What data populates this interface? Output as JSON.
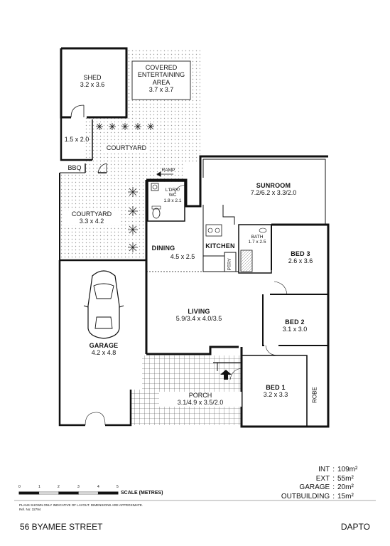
{
  "rooms": {
    "shed": {
      "name": "SHED",
      "dims": "3.2 x 3.6"
    },
    "covered": {
      "line1": "COVERED",
      "line2": "ENTERTAINING",
      "line3": "AREA",
      "dims": "3.7 x 3.7"
    },
    "store": {
      "dims": "1.5 x 2.0"
    },
    "courtyard_top": {
      "name": "COURTYARD"
    },
    "bbq": {
      "name": "BBQ"
    },
    "ramp": {
      "name": "RAMP"
    },
    "sunroom": {
      "name": "SUNROOM",
      "dims": "7.2/6.2 x 3.3/2.0"
    },
    "laundry": {
      "name": "L'DRY/",
      "name2": "WC",
      "dims": "1.8 x 2.1"
    },
    "courtyard_left": {
      "name": "COURTYARD",
      "dims": "3.3 x 4.2"
    },
    "bath": {
      "name": "BATH",
      "dims": "1.7 x 2.5"
    },
    "kitchen": {
      "name": "KITCHEN"
    },
    "dining": {
      "name": "DINING",
      "dims": "4.5 x 2.5"
    },
    "pantry": {
      "name": "PTRY"
    },
    "bed3": {
      "name": "BED 3",
      "dims": "2.6 x 3.6"
    },
    "living": {
      "name": "LIVING",
      "dims": "5.9/3.4 x 4.0/3.5"
    },
    "bed2": {
      "name": "BED 2",
      "dims": "3.1 x 3.0"
    },
    "garage": {
      "name": "GARAGE",
      "dims": "4.2 x 4.8"
    },
    "bed1": {
      "name": "BED 1",
      "dims": "3.2 x 3.3"
    },
    "robe": {
      "name": "ROBE"
    },
    "porch": {
      "name": "PORCH",
      "dims": "3.1/4.9 x 3.5/2.0"
    }
  },
  "areas": [
    {
      "label": "INT",
      "value": "109m²"
    },
    {
      "label": "EXT",
      "value": "55m²"
    },
    {
      "label": "GARAGE",
      "value": "20m²"
    },
    {
      "label": "OUTBUILDING",
      "value": "15m²"
    }
  ],
  "scale": {
    "title": "SCALE (METRES)",
    "ticks": [
      "0",
      "1",
      "2",
      "3",
      "4",
      "5"
    ]
  },
  "disclaimer": {
    "line1": "PLANS SHOWN ONLY INDICATIVE OF LAYOUT.  DIMENSIONS ARE APPROXIMATE.",
    "line2": "Ref. No: 32794"
  },
  "address": {
    "street": "56 BYAMEE STREET",
    "suburb": "DAPTO"
  }
}
